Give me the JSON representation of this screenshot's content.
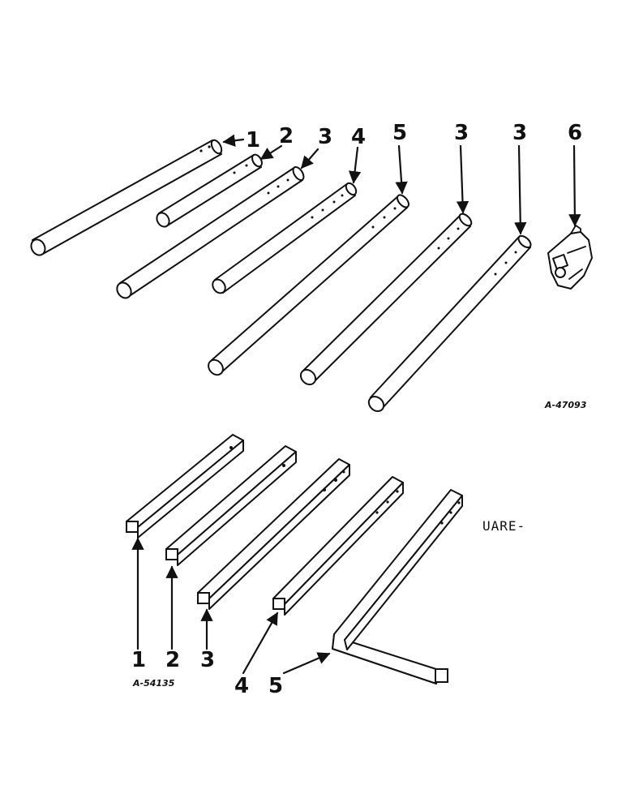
{
  "top_group": {
    "callouts": [
      "1",
      "2",
      "3",
      "4",
      "5",
      "3",
      "3",
      "6"
    ],
    "reference": "A-47093"
  },
  "bottom_group": {
    "callouts": [
      "1",
      "2",
      "3",
      "4",
      "5"
    ],
    "reference": "A-54135",
    "fragment_text": "UARE-"
  }
}
